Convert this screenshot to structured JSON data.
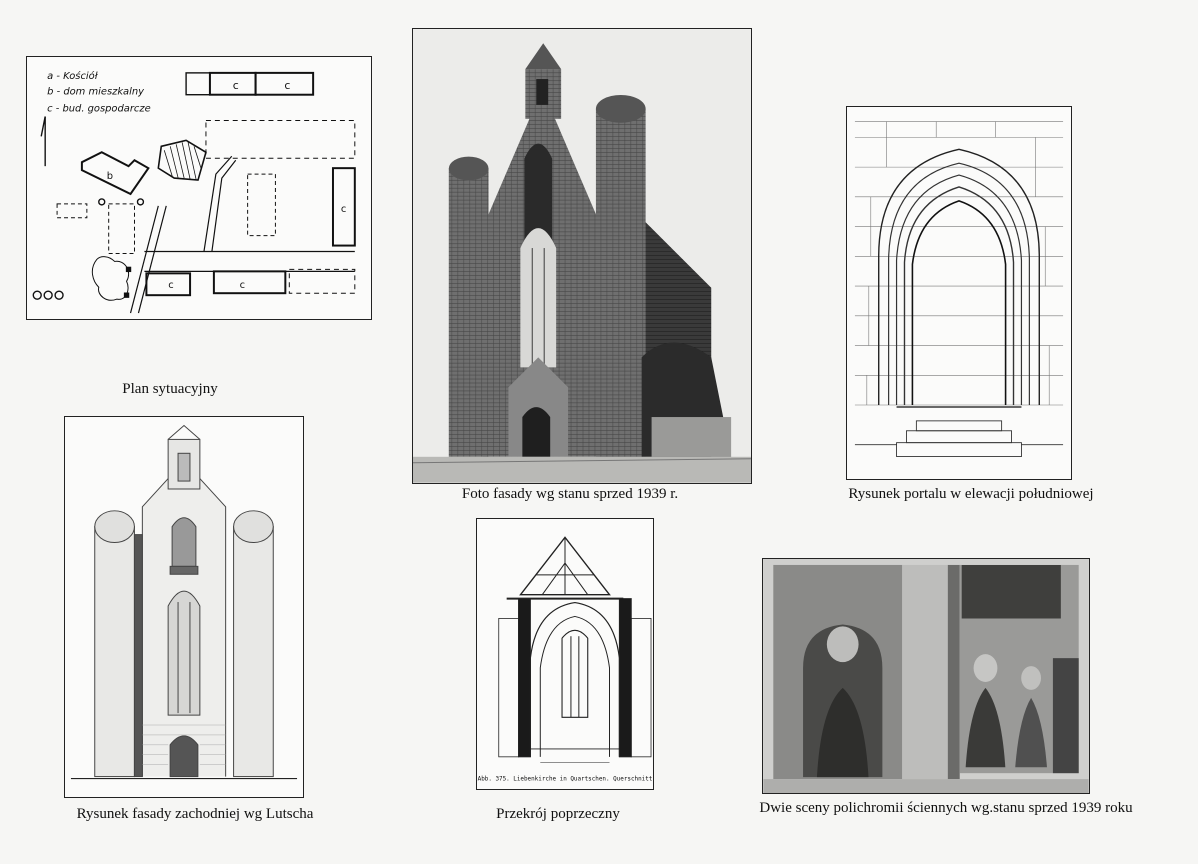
{
  "captions": {
    "site_plan": "Plan sytuacyjny",
    "facade_photo": "Foto fasady wg stanu sprzed 1939 r.",
    "portal_drawing": "Rysunek portalu w elewacji południowej",
    "west_facade": "Rysunek fasady zachodniej wg Lutscha",
    "cross_section": "Przekrój poprzeczny",
    "polychrome": "Dwie sceny polichromii ściennych wg.stanu sprzed 1939 roku"
  },
  "site_plan": {
    "legend": [
      "a - Kościół",
      "b - dom mieszkalny",
      "c - bud. gospodarcze"
    ],
    "labels": {
      "c": "c",
      "b": "b"
    }
  },
  "cross_section": {
    "inscription": "Abb. 375. Liebenkirche in Quartschen. Querschnitt"
  }
}
